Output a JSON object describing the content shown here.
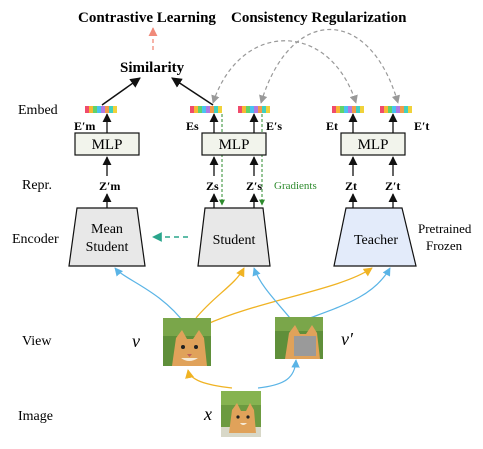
{
  "titles": {
    "contrastive": "Contrastive Learning",
    "consistency": "Consistency Regularization"
  },
  "similarity": "Similarity",
  "row_labels": {
    "embed": "Embed",
    "repr": "Repr.",
    "encoder": "Encoder",
    "view": "View",
    "image": "Image"
  },
  "mlp": "MLP",
  "encoders": {
    "mean_student_line1": "Mean",
    "mean_student_line2": "Student",
    "student": "Student",
    "teacher": "Teacher"
  },
  "teacher_note": {
    "line1": "Pretrained",
    "line2": "Frozen"
  },
  "gradients_label": "Gradients",
  "embeddings": {
    "mean": "E′m",
    "student": "Es",
    "student_prime": "E′s",
    "teacher": "Et",
    "teacher_prime": "E′t"
  },
  "representations": {
    "mean": "Z′m",
    "student": "Zs",
    "student_prime": "Z′s",
    "teacher": "Zt",
    "teacher_prime": "Z′t"
  },
  "view_vars": {
    "v": "v",
    "v_prime": "v′"
  },
  "image_var": "x",
  "colors": {
    "blue_arrow": "#5ab4e6",
    "orange_arrow": "#f0b323",
    "teal_dashed": "#2aa58c",
    "red_dashed": "#f08a7a",
    "gray_dashed": "#999999",
    "gradients_green": "#2e8b2e",
    "encoder_gray": "#e8e8e8",
    "teacher_blue": "#e3ebfa",
    "mlp_fill": "#f2f4ec"
  },
  "embedding_palette": [
    "#f04b6b",
    "#f7b733",
    "#60d36a",
    "#49c3f0",
    "#b07ae3",
    "#f29a4a",
    "#3fd0c0",
    "#f0d23a"
  ]
}
